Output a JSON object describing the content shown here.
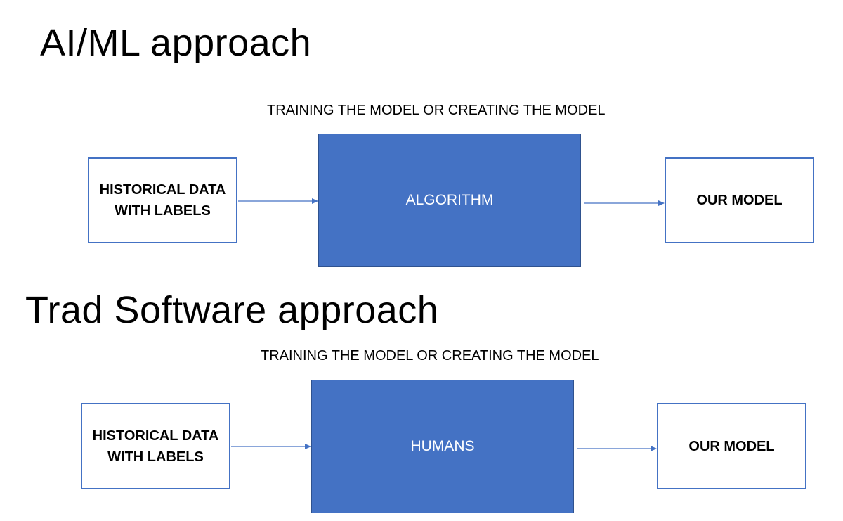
{
  "sections": {
    "ml": {
      "title": "AI/ML approach",
      "caption": "TRAINING THE MODEL OR CREATING THE MODEL",
      "input_line1": "HISTORICAL DATA",
      "input_line2": "WITH LABELS",
      "process": "ALGORITHM",
      "output": "OUR MODEL"
    },
    "trad": {
      "title": "Trad Software approach",
      "caption": "TRAINING THE MODEL OR CREATING THE MODEL",
      "input_line1": "HISTORICAL DATA",
      "input_line2": "WITH LABELS",
      "process": "HUMANS",
      "output": "OUR MODEL"
    }
  },
  "colors": {
    "accent": "#4472c4",
    "accent_dark": "#2f528f",
    "text": "#000000",
    "background": "#ffffff"
  }
}
